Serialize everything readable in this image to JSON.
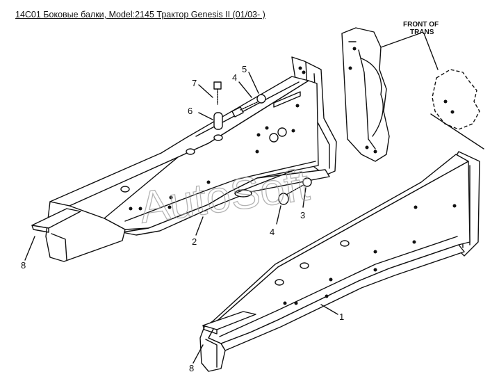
{
  "title": "14C01 Боковые балки, Model:2145 Трактор Genesis II (01/03- )",
  "front_label_line1": "FRONT OF",
  "front_label_line2": "TRANS",
  "watermark": "AutoSoft",
  "callouts": {
    "c1": "1",
    "c2": "2",
    "c3": "3",
    "c4a": "4",
    "c4b": "4",
    "c5": "5",
    "c6": "6",
    "c7": "7",
    "c8a": "8",
    "c8b": "8"
  }
}
